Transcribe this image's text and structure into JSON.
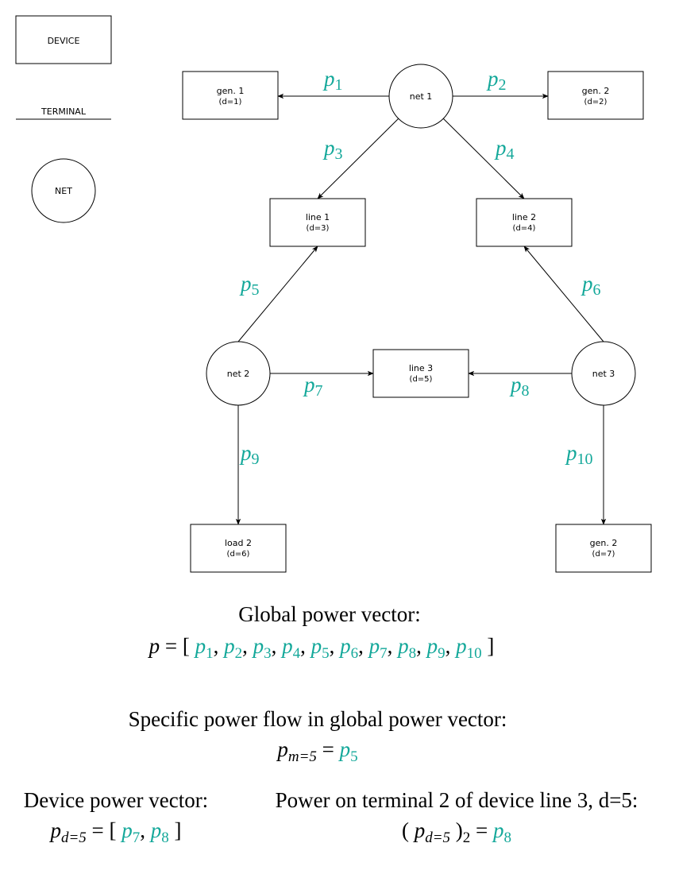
{
  "legend": {
    "device_label": "DEVICE",
    "terminal_label": "TERMINAL",
    "net_label": "NET"
  },
  "nodes": {
    "gen1": {
      "name": "gen. 1",
      "id": "(d=1)"
    },
    "gen2_top": {
      "name": "gen. 2",
      "id": "(d=2)"
    },
    "line1": {
      "name": "line 1",
      "id": "(d=3)"
    },
    "line2": {
      "name": "line 2",
      "id": "(d=4)"
    },
    "line3": {
      "name": "line 3",
      "id": "(d=5)"
    },
    "load2": {
      "name": "load 2",
      "id": "(d=6)"
    },
    "gen2_bottom": {
      "name": "gen. 2",
      "id": "(d=7)"
    },
    "net1": {
      "name": "net 1"
    },
    "net2": {
      "name": "net 2"
    },
    "net3": {
      "name": "net 3"
    }
  },
  "flows": {
    "p1": {
      "base": "p",
      "sub": "1"
    },
    "p2": {
      "base": "p",
      "sub": "2"
    },
    "p3": {
      "base": "p",
      "sub": "3"
    },
    "p4": {
      "base": "p",
      "sub": "4"
    },
    "p5": {
      "base": "p",
      "sub": "5"
    },
    "p6": {
      "base": "p",
      "sub": "6"
    },
    "p7": {
      "base": "p",
      "sub": "7"
    },
    "p8": {
      "base": "p",
      "sub": "8"
    },
    "p9": {
      "base": "p",
      "sub": "9"
    },
    "p10": {
      "base": "p",
      "sub": "10"
    }
  },
  "equations": {
    "global_title": "Global power vector:",
    "global_lhs": "p",
    "global_subs": [
      "1",
      "2",
      "3",
      "4",
      "5",
      "6",
      "7",
      "8",
      "9",
      "10"
    ],
    "specific_title": "Specific power flow in global power vector:",
    "specific_lhs_sub": "m=5",
    "specific_rhs_sub": "5",
    "device_title": "Device power vector:",
    "device_lhs_sub": "d=5",
    "device_subs": [
      "7",
      "8"
    ],
    "terminal_title": "Power on terminal 2 of device line 3, d=5:",
    "terminal_lhs_sub": "d=5",
    "terminal_index": "2",
    "terminal_rhs_sub": "8"
  },
  "colors": {
    "flow_accent": "#14a89a",
    "stroke": "#000000"
  }
}
